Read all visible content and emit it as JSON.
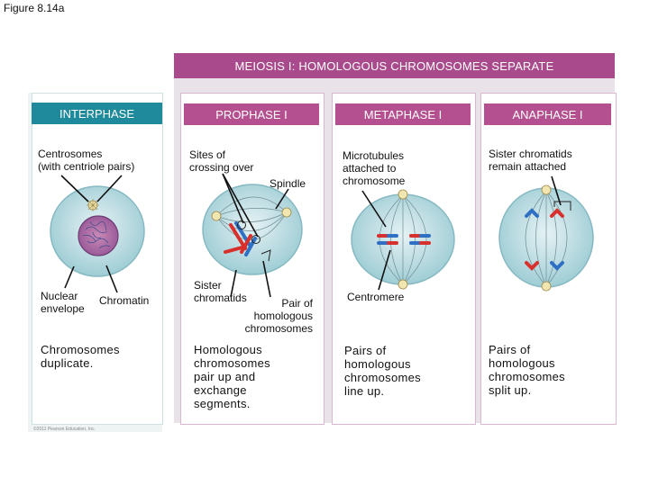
{
  "figure_label": "Figure 8.14a",
  "banner_title": "MEIOSIS I: HOMOLOGOUS CHROMOSOMES SEPARATE",
  "phases": {
    "interphase": {
      "title": "INTERPHASE",
      "label_centrosomes": "Centrosomes\n(with centriole pairs)",
      "label_nuclear_envelope": "Nuclear\nenvelope",
      "label_chromatin": "Chromatin",
      "caption": "Chromosomes\nduplicate."
    },
    "prophase": {
      "title": "PROPHASE I",
      "label_crossing_over": "Sites of\ncrossing over",
      "label_spindle": "Spindle",
      "label_sister_chromatids": "Sister\nchromatids",
      "label_pair_homologous": "Pair of\nhomologous\nchromosomes",
      "caption": "Homologous\nchromosomes\npair up and\nexchange\nsegments."
    },
    "metaphase": {
      "title": "METAPHASE I",
      "label_microtubules": "Microtubules\nattached to\nchromosome",
      "label_centromere": "Centromere",
      "caption": "Pairs of\nhomologous\nchromosomes\nline up."
    },
    "anaphase": {
      "title": "ANAPHASE I",
      "label_sister_attached": "Sister chromatids\nremain attached",
      "caption": "Pairs of\nhomologous\nchromosomes\nsplit up."
    }
  },
  "copyright": "©2011 Pearson Education, Inc.",
  "colors": {
    "banner": "#a94a8c",
    "interphase_header": "#1f8a9c",
    "phase_header": "#b4508f",
    "cell_fill": "#cfe6ea",
    "chromosome_red": "#d8302c",
    "chromosome_blue": "#2f6fc4"
  }
}
